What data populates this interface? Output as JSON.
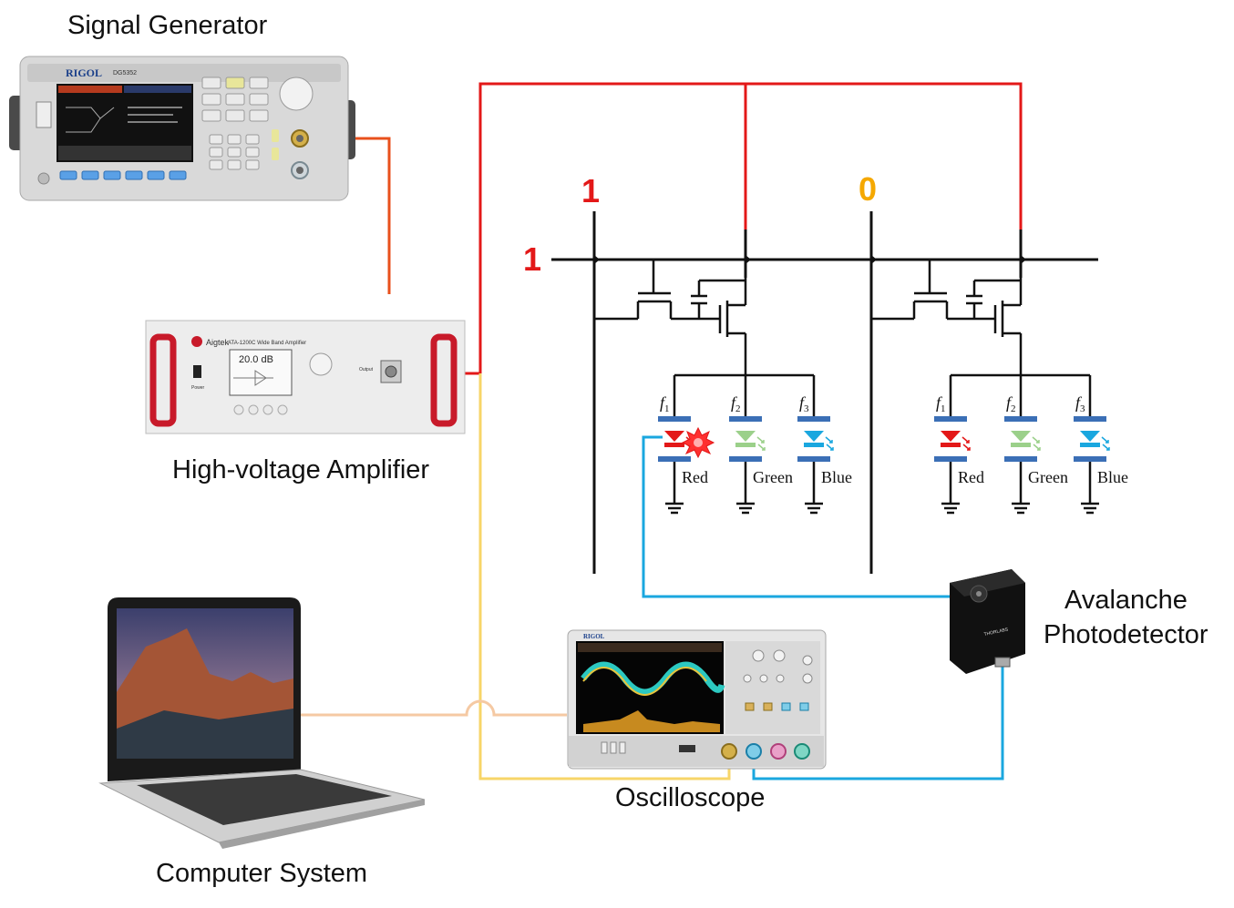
{
  "labels": {
    "signal_generator": "Signal Generator",
    "hv_amplifier": "High-voltage Amplifier",
    "oscilloscope": "Oscilloscope",
    "computer_system": "Computer System",
    "apd_line1": "Avalanche",
    "apd_line2": "Photodetector"
  },
  "logic_inputs": {
    "row": "1",
    "col_left": "1",
    "col_right": "0"
  },
  "led_labels": {
    "red": "Red",
    "green": "Green",
    "blue": "Blue"
  },
  "freq_labels": {
    "f1": "f",
    "f1_sub": "1",
    "f2": "f",
    "f2_sub": "2",
    "f3": "f",
    "f3_sub": "3"
  },
  "devices": {
    "sg_brand": "RIGOL",
    "sg_model": "DG5352",
    "amp_brand": "Aigtek",
    "amp_model": "ATA-1200C Wide Band Amplifier",
    "amp_gain": "20.0 dB",
    "amp_power": "Power",
    "amp_output": "Output",
    "osc_brand": "RIGOL",
    "apd_brand": "THORLABS"
  },
  "colors": {
    "signal_wire": "#e8501c",
    "hv_wire": "#e31818",
    "osc_wire": "#f7d568",
    "apd_wire": "#1aa7df",
    "pc_wire": "#f5c9a3",
    "label_one": "#e31818",
    "label_zero": "#f5a800",
    "led_red": "#e31818",
    "led_green": "#9bd08a",
    "led_blue": "#1aa7df",
    "electrode": "#3b6fb6"
  }
}
